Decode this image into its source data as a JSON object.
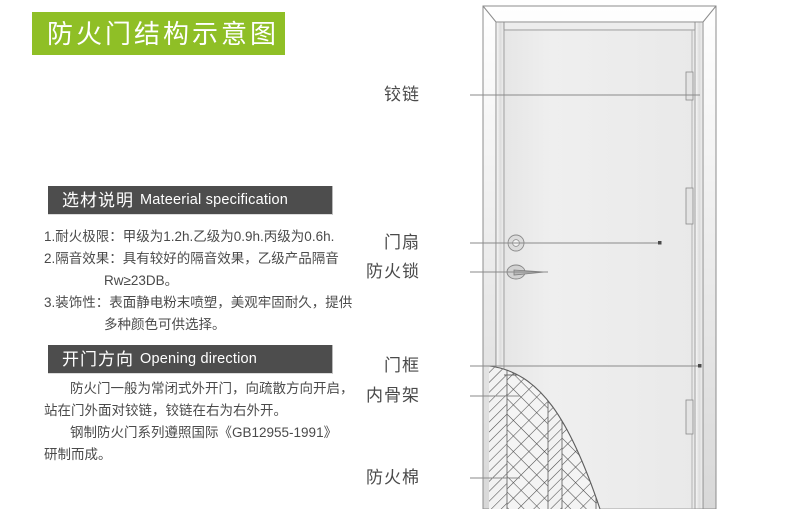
{
  "title_banner": {
    "text": "防火门结构示意图",
    "bg_color": "#8fbf26",
    "text_color": "#ffffff"
  },
  "sections": {
    "material": {
      "heading_cn": "选材说明",
      "heading_en": "Mateerial specification",
      "lines": [
        "1.耐火极限：甲级为1.2h.乙级为0.9h.丙级为0.6h.",
        "2.隔音效果：具有较好的隔音效果，乙级产品隔音",
        "Rw≥23DB。",
        "3.装饰性：表面静电粉末喷塑，美观牢固耐久，提供",
        "多种颜色可供选择。"
      ]
    },
    "opening": {
      "heading_cn": "开门方向",
      "heading_en": "Opening direction",
      "lines": [
        "防火门一般为常闭式外开门，向疏散方向开启，",
        "站在门外面对铰链，铰链在右为右外开。",
        "钢制防火门系列遵照国际《GB12955-1991》",
        "研制而成。"
      ]
    }
  },
  "diagram": {
    "labels": [
      {
        "text": "铰链",
        "id": "hinge"
      },
      {
        "text": "门扇",
        "id": "door-leaf"
      },
      {
        "text": "防火锁",
        "id": "fire-lock"
      },
      {
        "text": "门框",
        "id": "door-frame"
      },
      {
        "text": "内骨架",
        "id": "inner-frame"
      },
      {
        "text": "防火棉",
        "id": "fire-cotton"
      }
    ],
    "colors": {
      "panel_fill": "#ececec",
      "frame_fill": "#e2e2e2",
      "outline": "#808080",
      "hatch": "#4d4d4d"
    }
  },
  "header_colors": {
    "bar_bg": "#4d4d4d",
    "body_text": "#4a4a4a"
  }
}
